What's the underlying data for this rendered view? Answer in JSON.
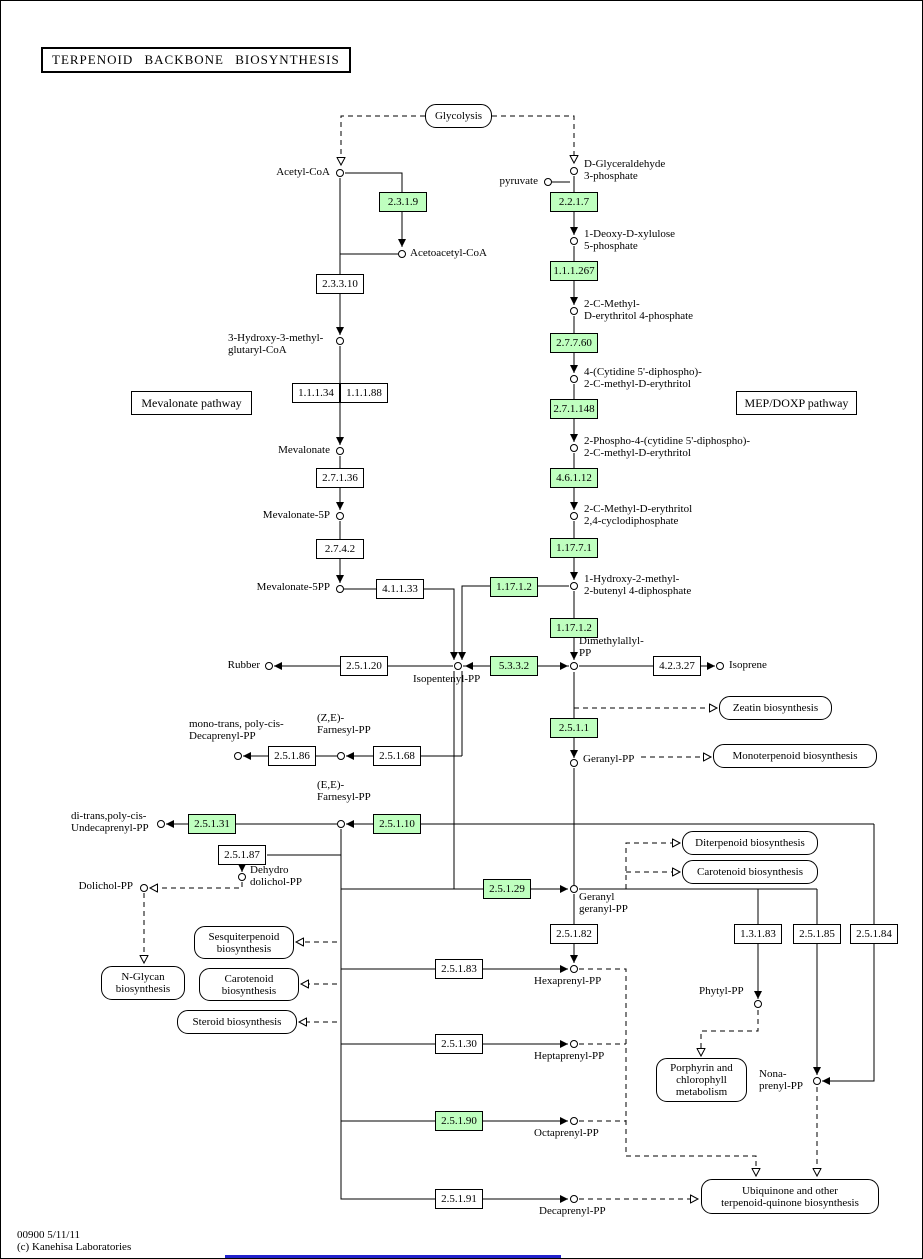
{
  "title": "TERPENOID BACKBONE BIOSYNTHESIS",
  "footer": {
    "map_number": "00900 5/11/11",
    "copyright": "(c) Kanehisa Laboratories"
  },
  "region_labels": {
    "mevalonate": "Mevalonate pathway",
    "mep_doxp": "MEP/DOXP pathway"
  },
  "linked_pathways": {
    "glycolysis": "Glycolysis",
    "zeatin": "Zeatin biosynthesis",
    "monoterpenoid": "Monoterpenoid biosynthesis",
    "diterpenoid": "Diterpenoid biosynthesis",
    "carotenoid_right": "Carotenoid biosynthesis",
    "sesquiterpenoid": "Sesquiterpenoid\nbiosynthesis",
    "carotenoid_left": "Carotenoid\nbiosynthesis",
    "steroid": "Steroid biosynthesis",
    "n_glycan": "N-Glycan\nbiosynthesis",
    "porphyrin": "Porphyrin and\nchlorophyll\nmetabolism",
    "ubiquinone": "Ubiquinone and other\nterpenoid-quinone biosynthesis"
  },
  "compounds": {
    "acetyl_coa": "Acetyl-CoA",
    "pyruvate": "pyruvate",
    "glyceraldehyde_3p": "D-Glyceraldehyde\n3-phosphate",
    "acetoacetyl_coa": "Acetoacetyl-CoA",
    "deoxy_xylulose_5p": "1-Deoxy-D-xylulose\n5-phosphate",
    "hmg_coa": "3-Hydroxy-3-methyl-\nglutaryl-CoA",
    "methyl_erythritol_4p": "2-C-Methyl-\nD-erythritol 4-phosphate",
    "cdp_me": "4-(Cytidine 5'-diphospho)-\n2-C-methyl-D-erythritol",
    "mevalonate": "Mevalonate",
    "cdp_me2p": "2-Phospho-4-(cytidine 5'-diphospho)-\n2-C-methyl-D-erythritol",
    "mevalonate_5p": "Mevalonate-5P",
    "me_cdp": "2-C-Methyl-D-erythritol\n2,4-cyclodiphosphate",
    "mevalonate_5pp": "Mevalonate-5PP",
    "hmbpp": "1-Hydroxy-2-methyl-\n2-butenyl 4-diphosphate",
    "dmapp": "Dimethylallyl-\nPP",
    "isoprene": "Isoprene",
    "rubber": "Rubber",
    "ipp": "Isopentenyl-PP",
    "mono_trans_decaprenyl": "mono-trans, poly-cis-\nDecaprenyl-PP",
    "ze_farnesyl": "(Z,E)-\nFarnesyl-PP",
    "geranyl_pp": "Geranyl-PP",
    "ee_farnesyl": "(E,E)-\nFarnesyl-PP",
    "undecaprenyl": "di-trans,poly-cis-\nUndecaprenyl-PP",
    "dehydrodolichol": "Dehydro\ndolichol-PP",
    "dolichol": "Dolichol-PP",
    "geranylgeranyl": "Geranyl\ngeranyl-PP",
    "hexaprenyl": "Hexaprenyl-PP",
    "phytyl": "Phytyl-PP",
    "heptaprenyl": "Heptaprenyl-PP",
    "nonaprenyl": "Nona-\nprenyl-PP",
    "octaprenyl": "Octaprenyl-PP",
    "decaprenyl": "Decaprenyl-PP"
  },
  "enzymes": {
    "ec_2_3_1_9": "2.3.1.9",
    "ec_2_3_3_10": "2.3.3.10",
    "ec_1_1_1_34": "1.1.1.34",
    "ec_1_1_1_88": "1.1.1.88",
    "ec_2_7_1_36": "2.7.1.36",
    "ec_2_7_4_2": "2.7.4.2",
    "ec_4_1_1_33": "4.1.1.33",
    "ec_2_2_1_7": "2.2.1.7",
    "ec_1_1_1_267": "1.1.1.267",
    "ec_2_7_7_60": "2.7.7.60",
    "ec_2_7_1_148": "2.7.1.148",
    "ec_4_6_1_12": "4.6.1.12",
    "ec_1_17_7_1": "1.17.7.1",
    "ec_1_17_1_2": "1.17.1.2",
    "ec_5_3_3_2": "5.3.3.2",
    "ec_2_5_1_20": "2.5.1.20",
    "ec_4_2_3_27": "4.2.3.27",
    "ec_2_5_1_1": "2.5.1.1",
    "ec_2_5_1_86": "2.5.1.86",
    "ec_2_5_1_68": "2.5.1.68",
    "ec_2_5_1_31": "2.5.1.31",
    "ec_2_5_1_10": "2.5.1.10",
    "ec_2_5_1_87": "2.5.1.87",
    "ec_2_5_1_29": "2.5.1.29",
    "ec_2_5_1_82": "2.5.1.82",
    "ec_1_3_1_83": "1.3.1.83",
    "ec_2_5_1_85": "2.5.1.85",
    "ec_2_5_1_84": "2.5.1.84",
    "ec_2_5_1_83": "2.5.1.83",
    "ec_2_5_1_30": "2.5.1.30",
    "ec_2_5_1_90": "2.5.1.90",
    "ec_2_5_1_91": "2.5.1.91"
  },
  "highlighted_enzymes": [
    "2.3.1.9",
    "2.2.1.7",
    "1.1.1.267",
    "2.7.7.60",
    "2.7.1.148",
    "4.6.1.12",
    "1.17.7.1",
    "1.17.1.2",
    "5.3.3.2",
    "2.5.1.1",
    "2.5.1.31",
    "2.5.1.10",
    "2.5.1.29",
    "2.5.1.90"
  ],
  "colors": {
    "enzyme_highlight": "#bfffbf",
    "enzyme_default": "#ffffff",
    "line": "#000000",
    "artifact_bar": "#2222cc"
  }
}
